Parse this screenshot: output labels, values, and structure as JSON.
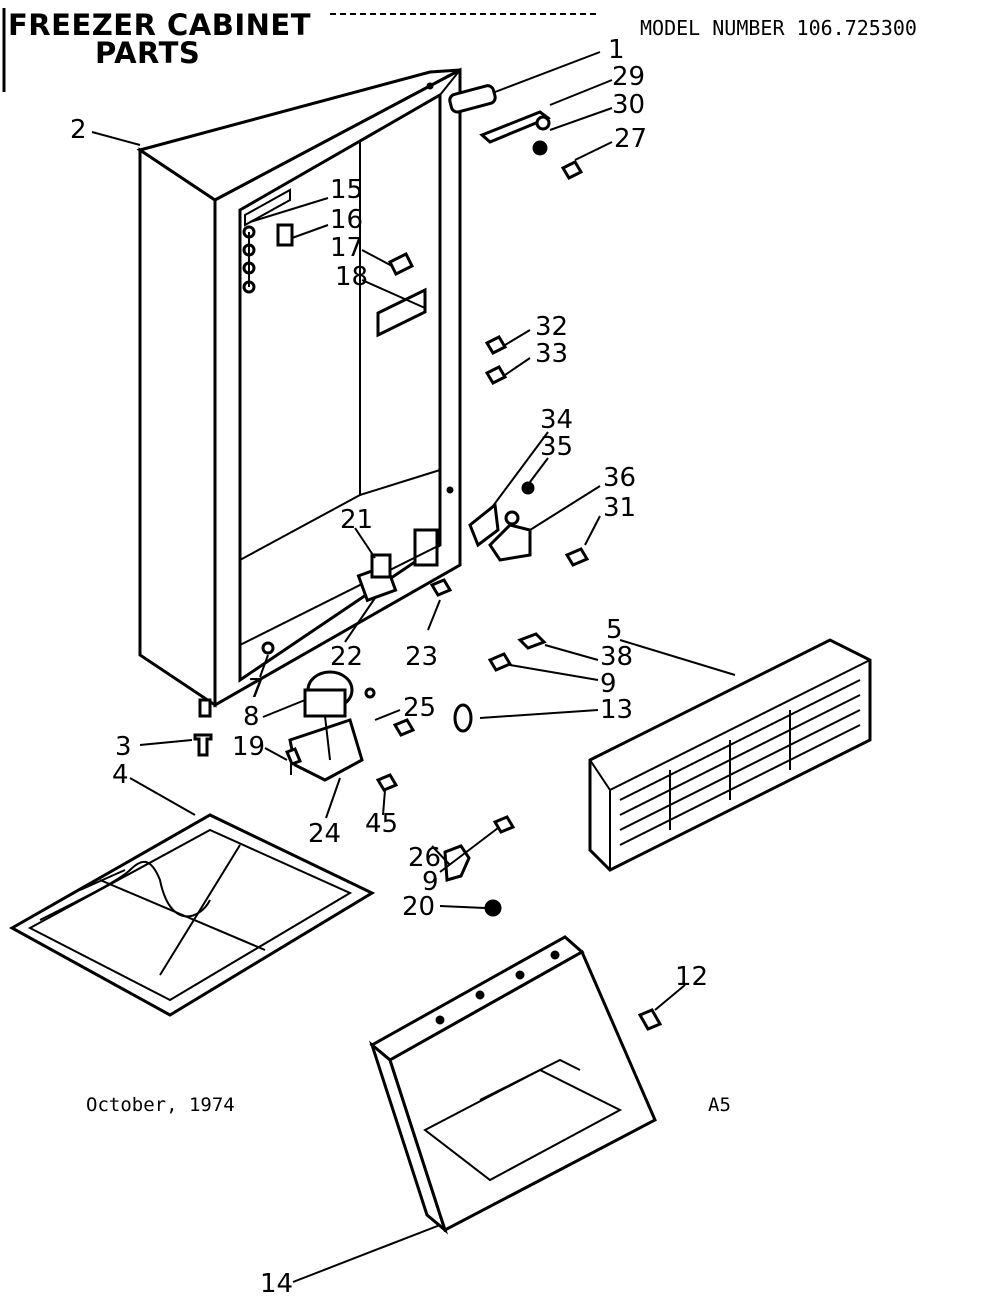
{
  "header": {
    "title_line1": "FREEZER CABINET",
    "title_line2": "PARTS",
    "model_label": "MODEL NUMBER 106.725300"
  },
  "footer": {
    "date": "October, 1974",
    "code": "A5"
  },
  "callouts": [
    {
      "id": "c1",
      "label": "1"
    },
    {
      "id": "c29",
      "label": "29"
    },
    {
      "id": "c30",
      "label": "30"
    },
    {
      "id": "c27",
      "label": "27"
    },
    {
      "id": "c2",
      "label": "2"
    },
    {
      "id": "c15",
      "label": "15"
    },
    {
      "id": "c16",
      "label": "16"
    },
    {
      "id": "c17",
      "label": "17"
    },
    {
      "id": "c18",
      "label": "18"
    },
    {
      "id": "c32",
      "label": "32"
    },
    {
      "id": "c33",
      "label": "33"
    },
    {
      "id": "c34",
      "label": "34"
    },
    {
      "id": "c35",
      "label": "35"
    },
    {
      "id": "c36",
      "label": "36"
    },
    {
      "id": "c31",
      "label": "31"
    },
    {
      "id": "c21",
      "label": "21"
    },
    {
      "id": "c22",
      "label": "22"
    },
    {
      "id": "c23",
      "label": "23"
    },
    {
      "id": "c5",
      "label": "5"
    },
    {
      "id": "c38",
      "label": "38"
    },
    {
      "id": "c9a",
      "label": "9"
    },
    {
      "id": "c13",
      "label": "13"
    },
    {
      "id": "c7",
      "label": "7"
    },
    {
      "id": "c8",
      "label": "8"
    },
    {
      "id": "c25",
      "label": "25"
    },
    {
      "id": "c3",
      "label": "3"
    },
    {
      "id": "c19",
      "label": "19"
    },
    {
      "id": "c4",
      "label": "4"
    },
    {
      "id": "c24",
      "label": "24"
    },
    {
      "id": "c45",
      "label": "45"
    },
    {
      "id": "c26",
      "label": "26"
    },
    {
      "id": "c9b",
      "label": "9"
    },
    {
      "id": "c20",
      "label": "20"
    },
    {
      "id": "c12",
      "label": "12"
    },
    {
      "id": "c14",
      "label": "14"
    }
  ]
}
